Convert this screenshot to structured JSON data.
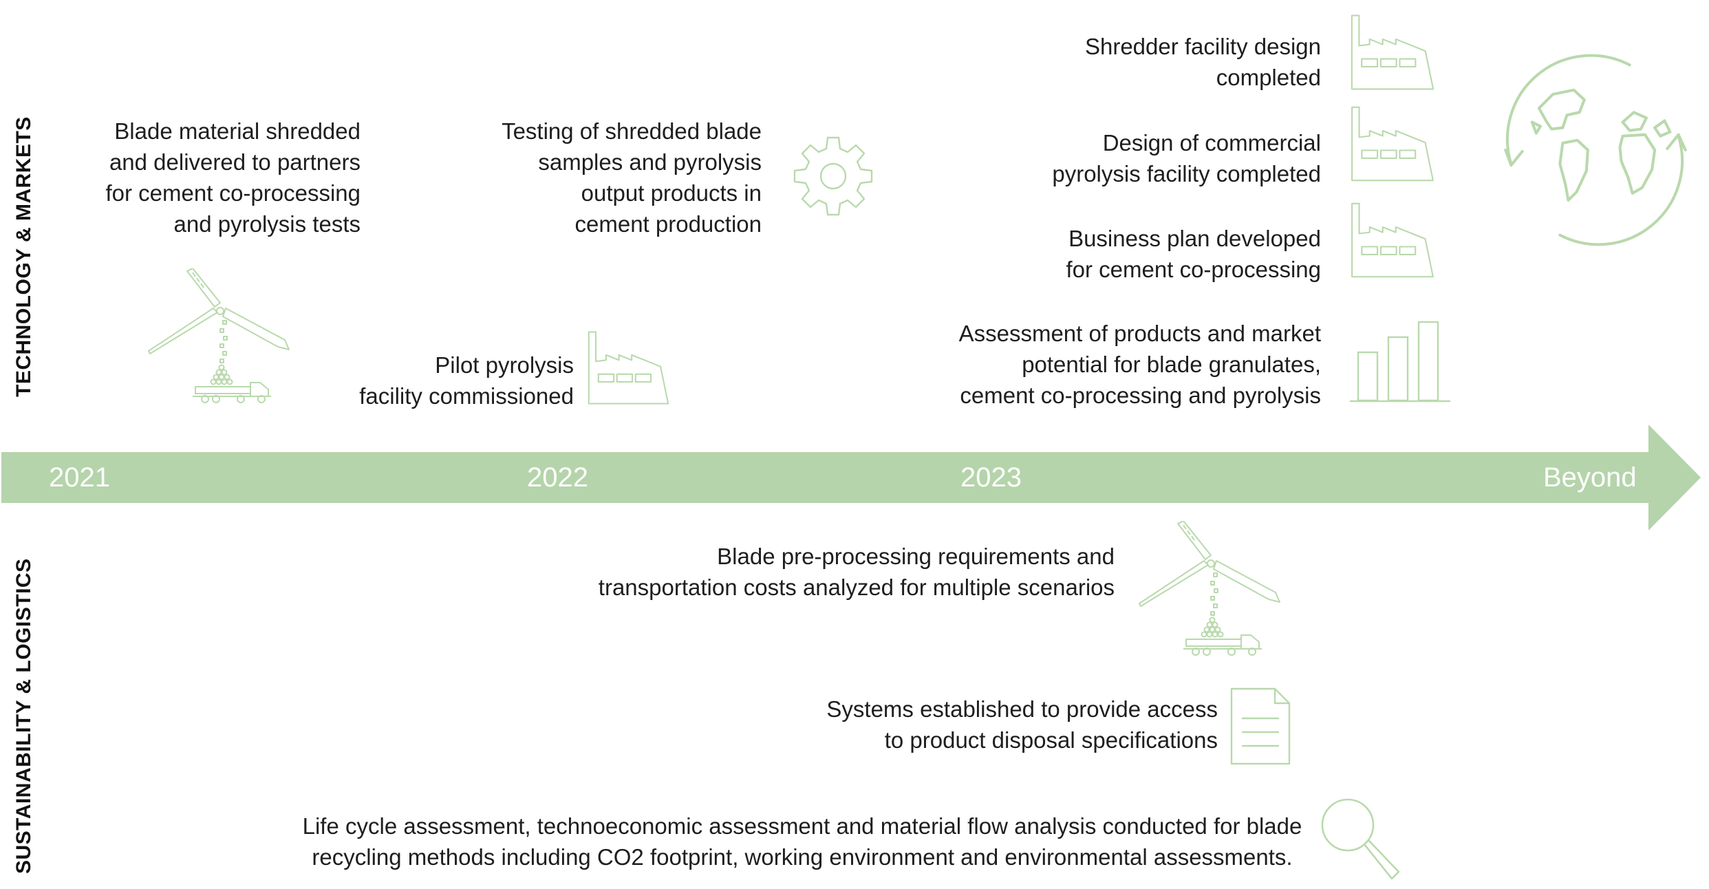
{
  "side_labels": {
    "top": "TECHNOLOGY & MARKETS",
    "bottom": "SUSTAINABILITY & LOGISTICS"
  },
  "timeline": {
    "years": [
      "2021",
      "2022",
      "2023",
      "Beyond"
    ],
    "color": "#b5d4ab"
  },
  "icon_color": "#b9d9ac",
  "milestones": [
    "Blade material shredded\nand delivered to partners\nfor cement co-processing\nand pyrolysis tests",
    "Pilot pyrolysis\nfacility commissioned",
    "Testing of shredded blade\nsamples and pyrolysis\noutput products in\ncement production",
    "Shredder facility design\ncompleted",
    "Design of commercial\npyrolysis facility completed",
    "Business plan developed\nfor cement co-processing",
    "Assessment of products and market\npotential for blade granulates,\ncement co-processing and pyrolysis",
    "Blade pre-processing requirements and\ntransportation costs analyzed for multiple scenarios",
    "Systems established to provide access\nto product disposal specifications",
    "Life cycle assessment, technoeconomic assessment and material flow analysis conducted for blade\nrecycling methods including CO2 footprint, working environment and environmental assessments."
  ],
  "icons": [
    "wind-turbine-shredder-truck-icon",
    "factory-icon",
    "gear-icon",
    "factory-icon",
    "factory-icon",
    "factory-icon",
    "bar-chart-icon",
    "globe-recycle-icon",
    "wind-turbine-shredder-truck-icon",
    "document-icon",
    "magnifier-icon"
  ]
}
